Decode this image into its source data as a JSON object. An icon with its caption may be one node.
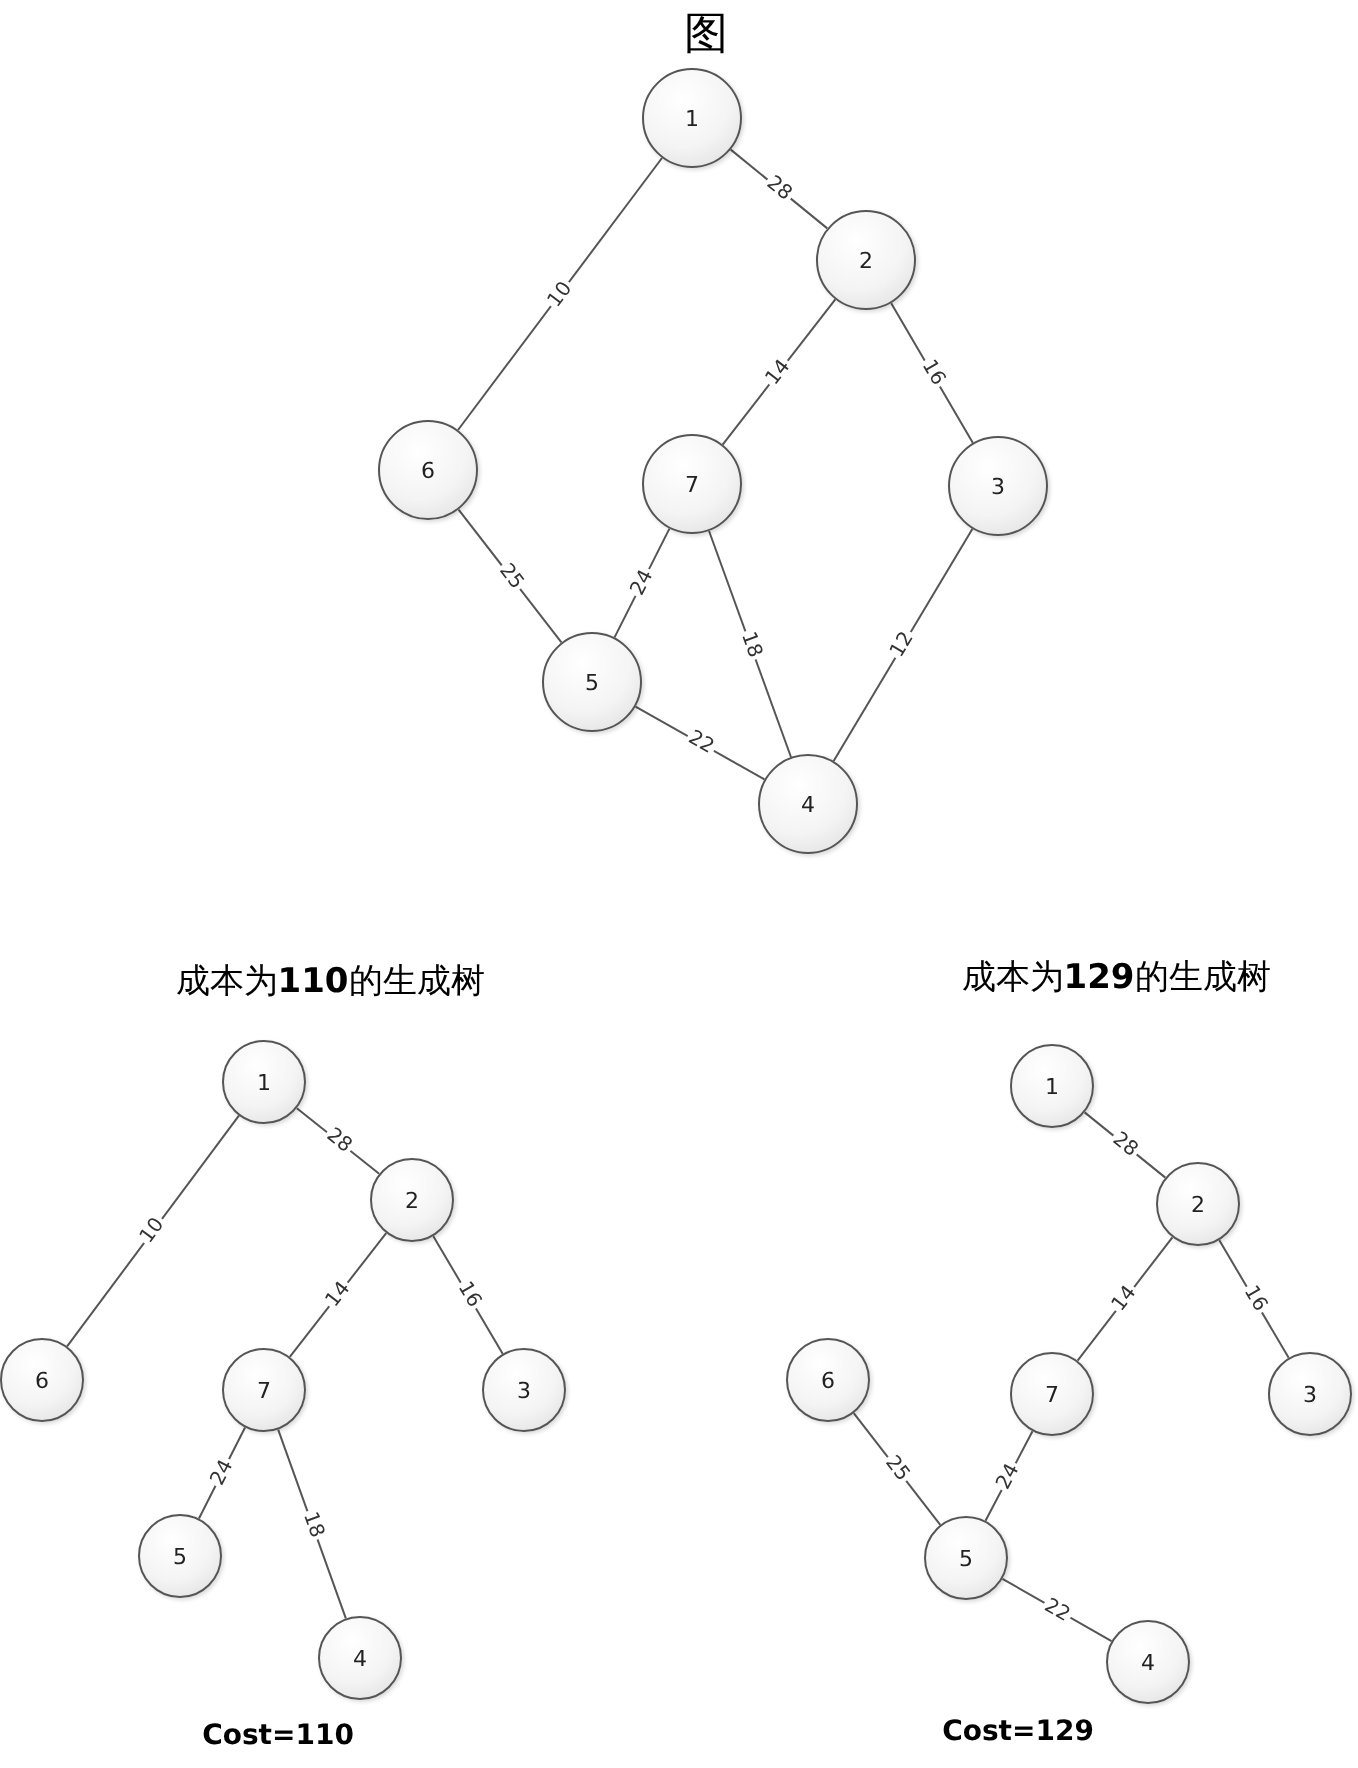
{
  "diagram": {
    "title": "图",
    "nodes": [
      {
        "text": [
          "1"
        ]
      },
      {
        "text": [
          "2"
        ]
      },
      {
        "text": [
          "3"
        ]
      },
      {
        "text": [
          "4"
        ]
      },
      {
        "text": [
          "5"
        ]
      },
      {
        "text": [
          "6"
        ]
      },
      {
        "text": [
          "7"
        ]
      },
      {
        "text": [
          "1"
        ]
      },
      {
        "text": [
          "2"
        ]
      },
      {
        "text": [
          "3"
        ]
      },
      {
        "text": [
          "4"
        ]
      },
      {
        "text": [
          "5"
        ]
      },
      {
        "text": [
          "6"
        ]
      },
      {
        "text": [
          "7"
        ]
      },
      {
        "text": [
          "1"
        ]
      },
      {
        "text": [
          "2"
        ]
      },
      {
        "text": [
          "3"
        ]
      },
      {
        "text": [
          "4"
        ]
      },
      {
        "text": [
          "5"
        ]
      },
      {
        "text": [
          "6"
        ]
      },
      {
        "text": [
          "7"
        ]
      }
    ],
    "edges": [
      {
        "from": 0,
        "to": 1,
        "arrow": "none",
        "label": "28"
      },
      {
        "from": 0,
        "to": 5,
        "arrow": "none",
        "label": "10"
      },
      {
        "from": 1,
        "to": 6,
        "arrow": "none",
        "label": "14"
      },
      {
        "from": 1,
        "to": 2,
        "arrow": "none",
        "label": "16"
      },
      {
        "from": 5,
        "to": 4,
        "arrow": "none",
        "label": "25"
      },
      {
        "from": 6,
        "to": 4,
        "arrow": "none",
        "label": "24"
      },
      {
        "from": 6,
        "to": 3,
        "arrow": "none",
        "label": "18"
      },
      {
        "from": 2,
        "to": 3,
        "arrow": "none",
        "label": "12"
      },
      {
        "from": 4,
        "to": 3,
        "arrow": "none",
        "label": "22"
      },
      {
        "from": 7,
        "to": 8,
        "arrow": "none",
        "label": "28"
      },
      {
        "from": 7,
        "to": 12,
        "arrow": "none",
        "label": "10"
      },
      {
        "from": 8,
        "to": 13,
        "arrow": "none",
        "label": "14"
      },
      {
        "from": 8,
        "to": 9,
        "arrow": "none",
        "label": "16"
      },
      {
        "from": 13,
        "to": 11,
        "arrow": "none",
        "label": "24"
      },
      {
        "from": 13,
        "to": 10,
        "arrow": "none",
        "label": "18"
      },
      {
        "from": 14,
        "to": 15,
        "arrow": "none",
        "label": "28"
      },
      {
        "from": 15,
        "to": 20,
        "arrow": "none",
        "label": "14"
      },
      {
        "from": 15,
        "to": 16,
        "arrow": "none",
        "label": "16"
      },
      {
        "from": 19,
        "to": 18,
        "arrow": "none",
        "label": "25"
      },
      {
        "from": 20,
        "to": 18,
        "arrow": "none",
        "label": "24"
      },
      {
        "from": 18,
        "to": 17,
        "arrow": "none",
        "label": "22"
      }
    ],
    "labels": [
      "成本为**110**的生成树",
      "成本为**129**的生成树",
      "Cost=110",
      "Cost=129"
    ]
  }
}
